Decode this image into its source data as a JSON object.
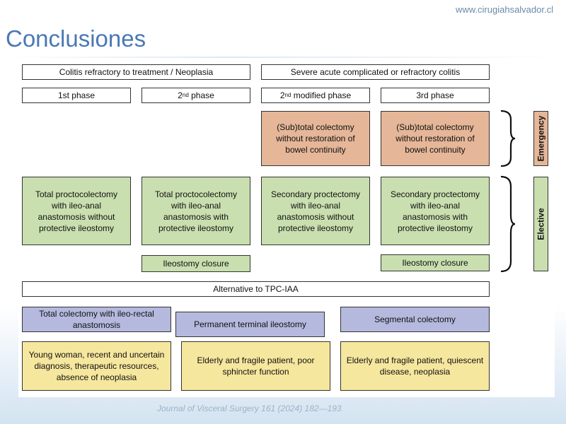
{
  "header": {
    "url": "www.cirugiahsalvador.cl"
  },
  "slide": {
    "title": "Conclusiones"
  },
  "diagram": {
    "group_left": "Colitis refractory to treatment / Neoplasia",
    "group_right": "Severe acute complicated or refractory colitis",
    "phases": {
      "p1": "1st phase",
      "p2_num": "2",
      "p2_sup": "nd",
      "p2_rest": " phase",
      "p2m_num": "2",
      "p2m_sup": "nd",
      "p2m_rest": " modified phase",
      "p3": "3rd phase"
    },
    "emergency_boxes": {
      "mod": "(Sub)total colectomy without restoration of bowel continuity",
      "third": "(Sub)total colectomy without restoration of bowel continuity"
    },
    "elective_boxes": {
      "first": "Total proctocolectomy with ileo-anal anastomosis without protective ileostomy",
      "second": "Total proctocolectomy with ileo-anal anastomosis with protective ileostomy",
      "mod": "Secondary proctectomy with ileo-anal anastomosis without protective ileostomy",
      "third": "Secondary proctectomy with ileo-anal anastomosis with protective ileostomy"
    },
    "closure": {
      "second": "Ileostomy closure",
      "third": "Ileostomy closure"
    },
    "side_labels": {
      "emergency": "Emergency",
      "elective": "Elective"
    },
    "alternative": "Alternative to TPC-IAA",
    "options": {
      "a": "Total colectomy with ileo-rectal anastomosis",
      "b": "Permanent terminal ileostomy",
      "c": "Segmental colectomy"
    },
    "indications": {
      "a": "Young woman, recent and uncertain diagnosis, therapeutic resources, absence of neoplasia",
      "b": "Elderly and fragile patient, poor sphincter function",
      "c": "Elderly and fragile patient, quiescent disease, neoplasia"
    },
    "colors": {
      "emergency": "#e5b698",
      "elective": "#c9dfaf",
      "option": "#b5b9de",
      "indication": "#f6e79e"
    }
  },
  "citation": "Journal of Visceral Surgery 161 (2024) 182—193"
}
